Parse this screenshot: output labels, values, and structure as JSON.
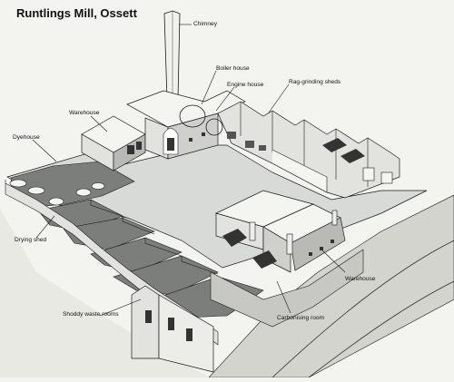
{
  "title": "Runtlings Mill, Ossett",
  "labels": {
    "chimney": "Chimney",
    "boiler_house": "Boiler house",
    "engine_house": "Engine house",
    "rag_grinding_sheds": "Rag-grinding sheds",
    "warehouse_top": "Warehouse",
    "dyehouse": "Dyehouse",
    "drying_shed": "Drying shed",
    "warehouse_right": "Warehouse",
    "shoddy_waste_rooms": "Shoddy waste rooms",
    "carbonising_room": "Carbonising room"
  },
  "colors": {
    "yard": "#d7dad6",
    "courts": "#7c7e7b",
    "ground": "#cfcfca",
    "ink": "#1a1a1a",
    "roof": "#f4f4f1",
    "wall": "#e2e2de",
    "wall_dark": "#b9bab6"
  }
}
